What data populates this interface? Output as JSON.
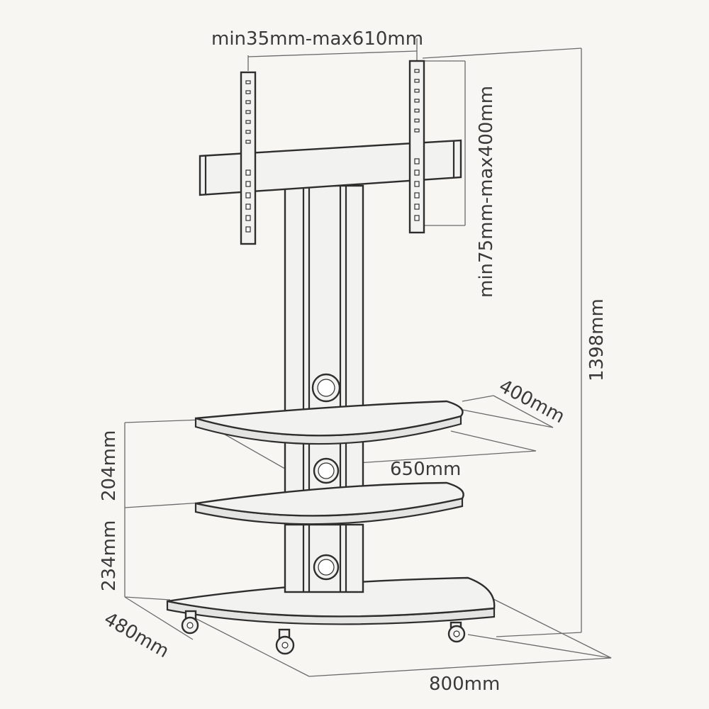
{
  "diagram": {
    "labels": {
      "bracket_width": "min35mm-max610mm",
      "bracket_height": "min75mm-max400mm",
      "total_height": "1398mm",
      "shelf_depth": "400mm",
      "shelf_width": "650mm",
      "upper_shelf_gap": "204mm",
      "lower_shelf_gap": "234mm",
      "base_depth": "480mm",
      "base_width": "800mm"
    }
  }
}
